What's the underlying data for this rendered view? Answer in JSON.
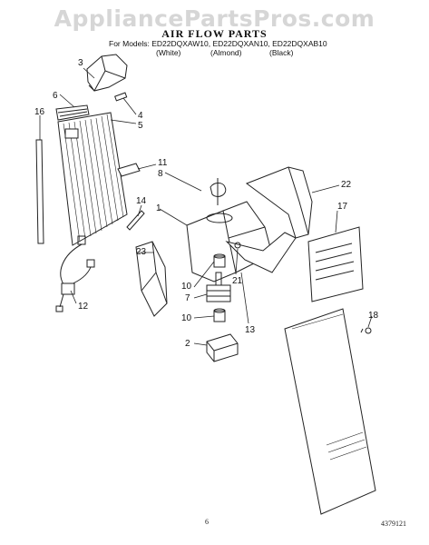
{
  "watermark": "AppliancePartsPros.com",
  "title": "AIR FLOW PARTS",
  "models_line": "For Models: ED22DQXAW10, ED22DQXAN10, ED22DQXAB10",
  "colors": {
    "white": "(White)",
    "almond": "(Almond)",
    "black": "(Black)"
  },
  "callouts": {
    "c1": "1",
    "c2": "2",
    "c3": "3",
    "c4": "4",
    "c5": "5",
    "c6": "6",
    "c7": "7",
    "c8": "8",
    "c10a": "10",
    "c10b": "10",
    "c11": "11",
    "c12": "12",
    "c13": "13",
    "c14": "14",
    "c16": "16",
    "c17": "17",
    "c18": "18",
    "c21": "21",
    "c22": "22",
    "c23": "23"
  },
  "page_number": "6",
  "doc_number": "4379121"
}
